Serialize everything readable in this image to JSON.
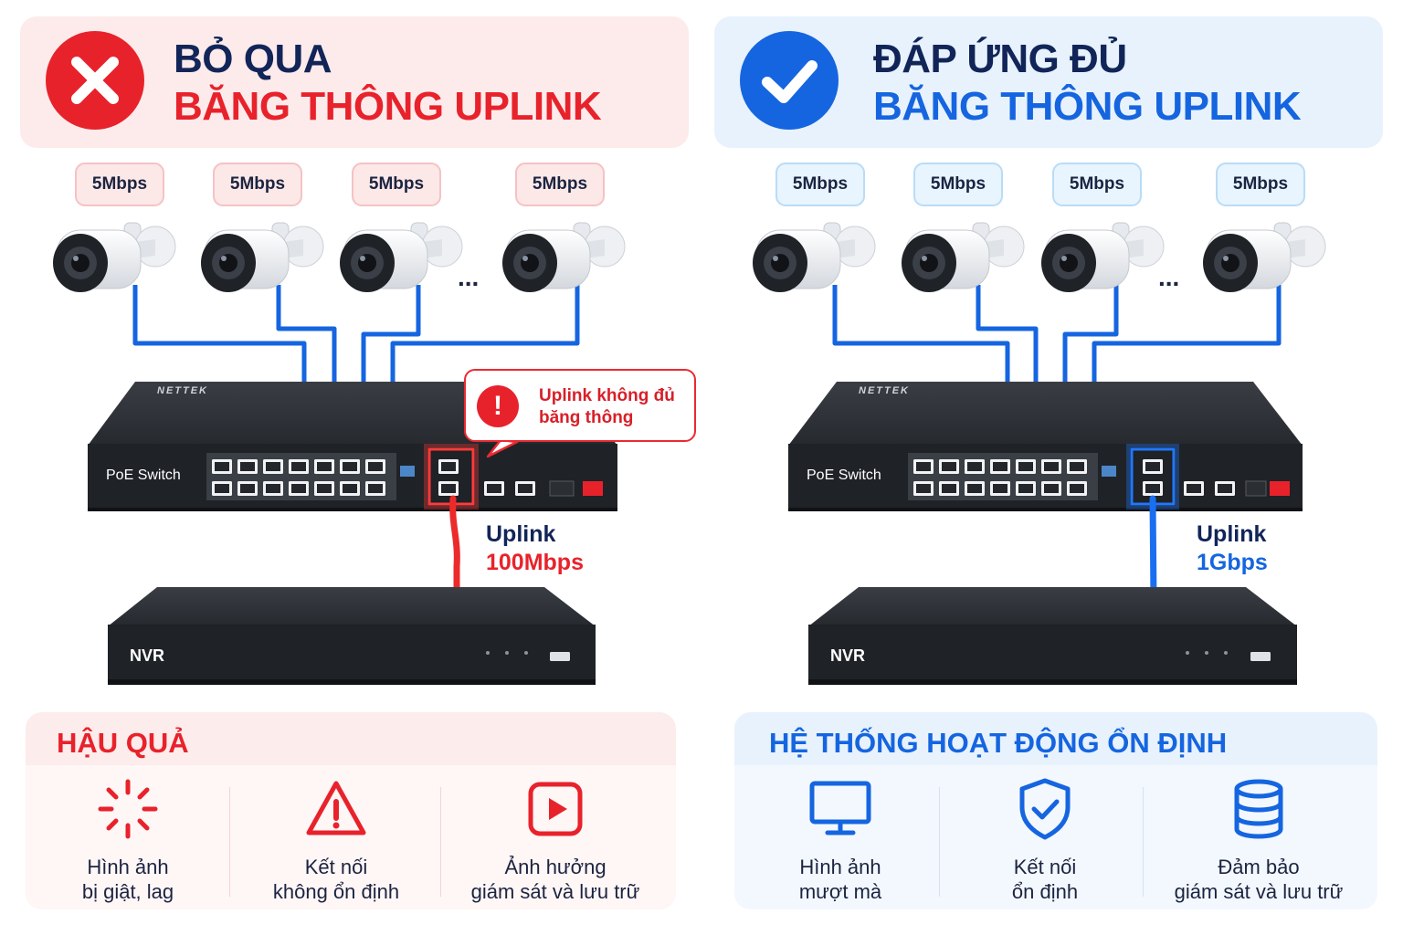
{
  "left": {
    "title_line1": "BỎ QUA",
    "title_line2": "BĂNG THÔNG UPLINK",
    "status_icon": "x-circle-icon",
    "camera_rates": [
      "5Mbps",
      "5Mbps",
      "5Mbps",
      "5Mbps"
    ],
    "ellipsis": "...",
    "brand": "NETTEK",
    "switch_label": "PoE Switch",
    "callout_line1": "Uplink không đủ",
    "callout_line2": "băng thông",
    "uplink_label": "Uplink",
    "uplink_speed": "100Mbps",
    "nvr_label": "NVR",
    "panel_title": "HẬU QUẢ",
    "effects": [
      {
        "icon": "loading-spinner-icon",
        "line1": "Hình ảnh",
        "line2": "bị giật, lag"
      },
      {
        "icon": "warning-triangle-icon",
        "line1": "Kết nối",
        "line2": "không ổn định"
      },
      {
        "icon": "play-video-icon",
        "line1": "Ảnh hưởng",
        "line2": "giám sát và lưu trữ"
      }
    ],
    "accent": "#e8222b"
  },
  "right": {
    "title_line1": "ĐÁP ỨNG ĐỦ",
    "title_line2": "BĂNG THÔNG UPLINK",
    "status_icon": "check-circle-icon",
    "camera_rates": [
      "5Mbps",
      "5Mbps",
      "5Mbps",
      "5Mbps"
    ],
    "ellipsis": "...",
    "brand": "NETTEK",
    "switch_label": "PoE Switch",
    "uplink_label": "Uplink",
    "uplink_speed": "1Gbps",
    "nvr_label": "NVR",
    "panel_title": "HỆ THỐNG HOẠT ĐỘNG ỔN ĐỊNH",
    "effects": [
      {
        "icon": "monitor-icon",
        "line1": "Hình ảnh",
        "line2": "mượt mà"
      },
      {
        "icon": "shield-check-icon",
        "line1": "Kết nối",
        "line2": "ổn định"
      },
      {
        "icon": "database-icon",
        "line1": "Đảm bảo",
        "line2": "giám sát và lưu trữ"
      }
    ],
    "accent": "#1565e0"
  }
}
